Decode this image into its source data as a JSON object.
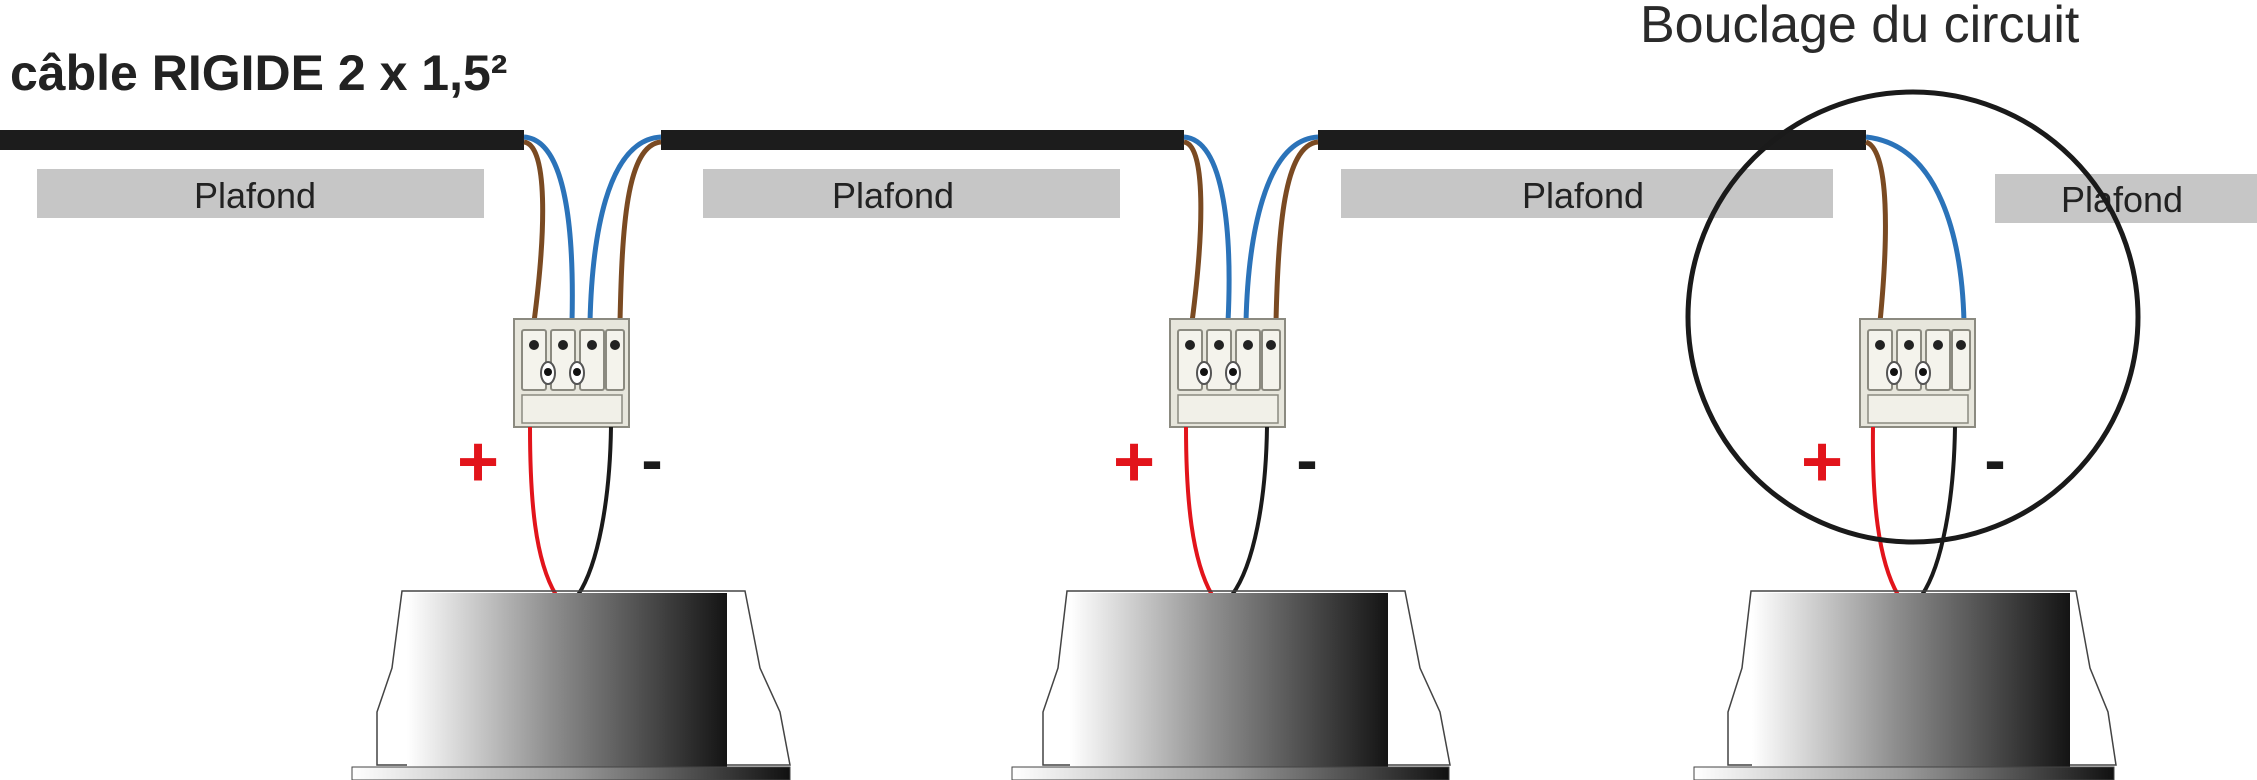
{
  "title": "câble RIGIDE 2 x 1,5²",
  "loop_label": "Bouclage du circuit",
  "ceiling_label": "Plafond",
  "plus_sign": "+",
  "minus_sign": "-",
  "colors": {
    "cable": "#1c1c1c",
    "ceiling": "#c6c6c6",
    "brown_wire": "#7a4a22",
    "blue_wire": "#2b73b9",
    "red_wire": "#e2141b",
    "black_wire": "#1a1a1a",
    "connector": "#e7e6dc",
    "connector_outline": "#8b8a80"
  }
}
